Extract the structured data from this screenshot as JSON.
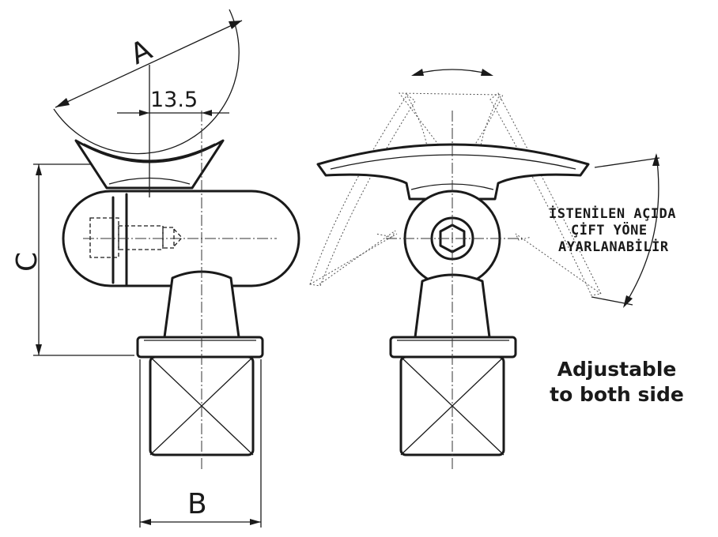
{
  "dimensions": {
    "a": "A",
    "b": "B",
    "c": "C",
    "offset": "13.5"
  },
  "note": {
    "line1": "İSTENİLEN AÇIDA",
    "line2": "ÇİFT YÖNE",
    "line3": "AYARLANABİLİR"
  },
  "caption": {
    "line1": "Adjustable",
    "line2": "to both side"
  }
}
